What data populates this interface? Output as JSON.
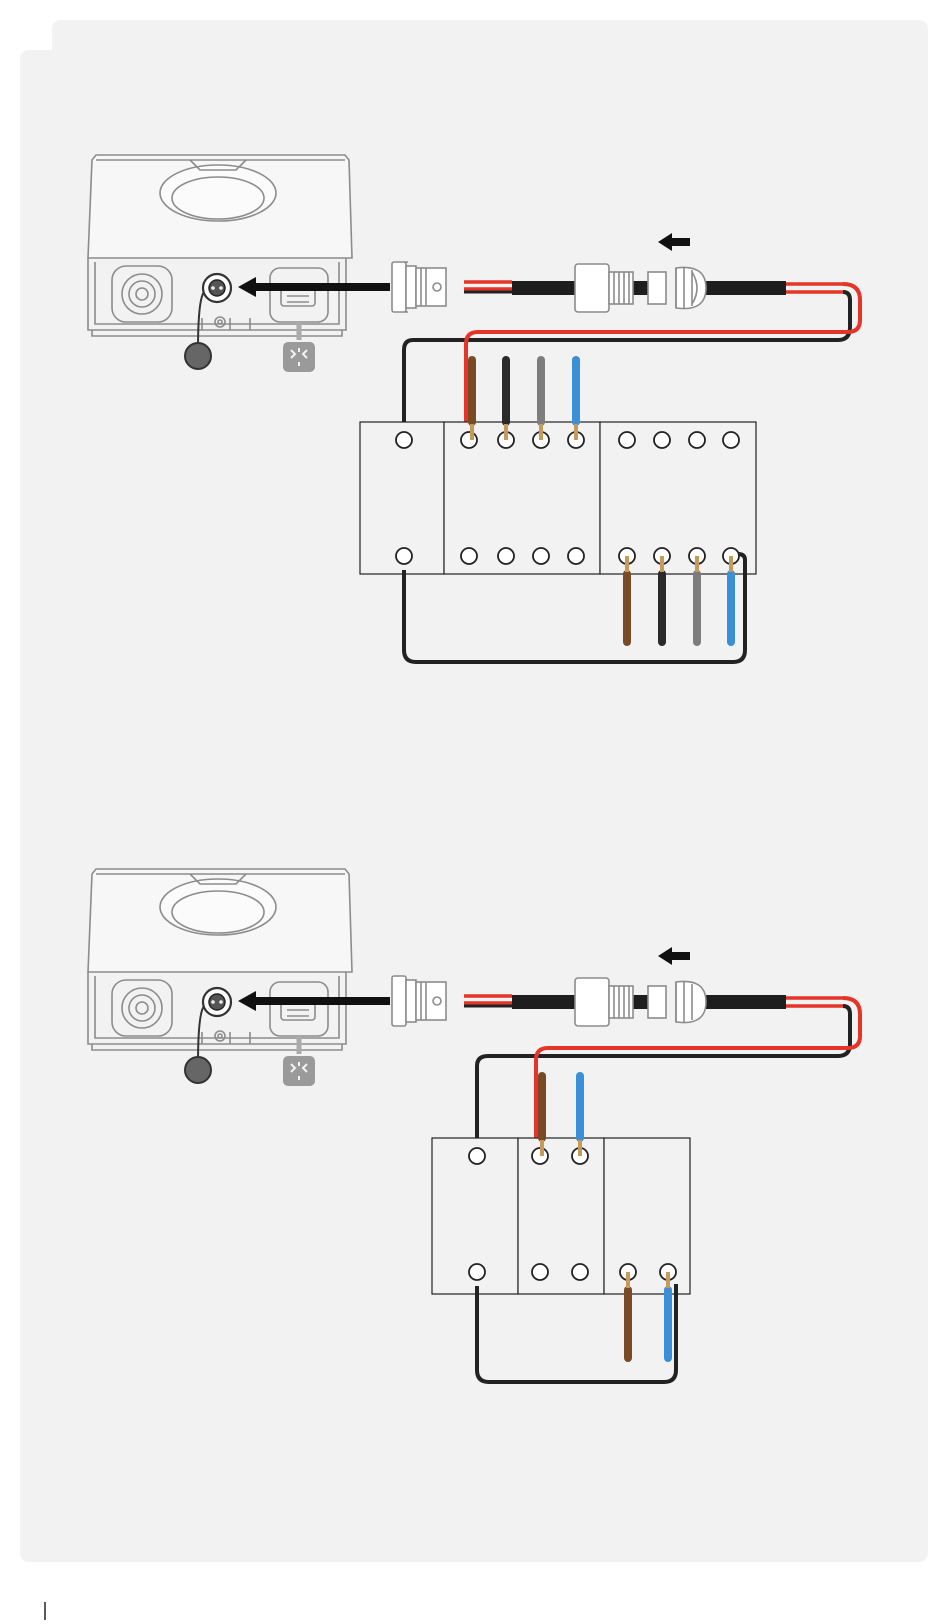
{
  "page": {
    "background": "#ffffff",
    "panel_color": "#f2f2f2",
    "page_marker": ""
  },
  "colors": {
    "red_wire": "#e53529",
    "black_wire": "#222222",
    "brown_wire": "#7a4a26",
    "dark_wire": "#2a2a2a",
    "grey_wire": "#7d7d7d",
    "blue_wire": "#3a8fd6",
    "copper_tip": "#c79a5a",
    "outline": "#333333",
    "device_outline": "#8c8c8c"
  },
  "diagrams": [
    {
      "name": "three-phase-connection",
      "modules": [
        "control-module",
        "four-pole-breaker",
        "four-pole-rcd"
      ],
      "input_conductors": [
        "brown",
        "black",
        "grey",
        "blue"
      ],
      "output_conductors": [
        "brown",
        "black",
        "grey",
        "blue"
      ]
    },
    {
      "name": "single-phase-connection",
      "modules": [
        "control-module",
        "two-pole-breaker",
        "two-pole-rcd"
      ],
      "input_conductors": [
        "brown",
        "blue"
      ],
      "output_conductors": [
        "brown",
        "blue"
      ]
    }
  ],
  "icons": {
    "charger": "wallbox-charger-icon",
    "plug": "connector-plug-icon",
    "gland": "cable-gland-icon",
    "arrow": "insert-direction-arrow-icon"
  }
}
